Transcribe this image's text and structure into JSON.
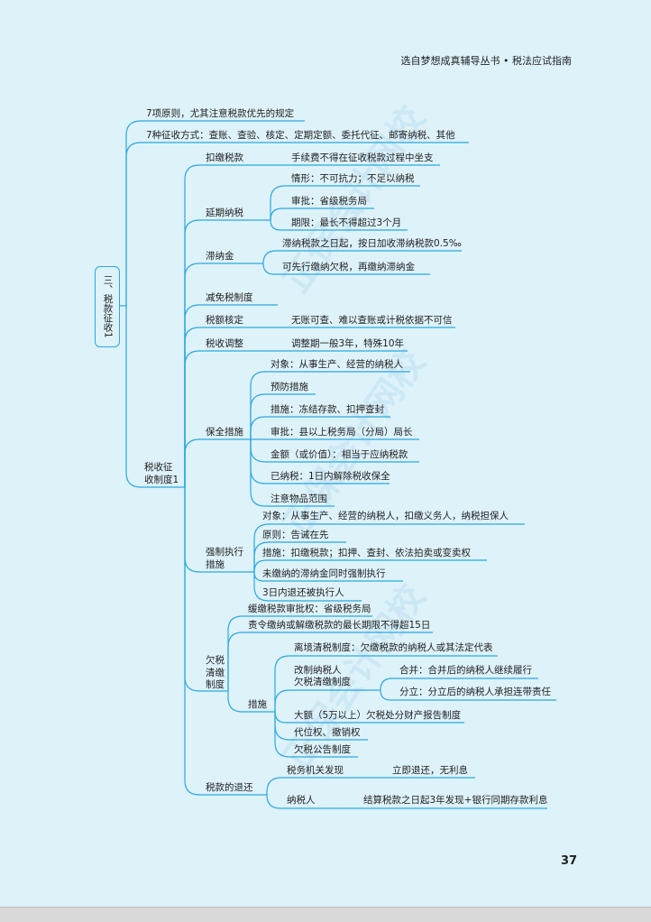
{
  "header": "选自梦想成真辅导丛书 • 税法应试指南",
  "page_number": "37",
  "root": "三、税款征收1",
  "n": {
    "a1": "7项原则，尤其注意税款优先的规定",
    "a2": "7种征收方式：查账、查验、核定、定期定额、委托代征、邮寄纳税、其他",
    "sys1": "税收征",
    "sys2": "收制度1",
    "kj": "扣缴税款",
    "kj1": "手续费不得在征收税款过程中坐支",
    "yq": "延期纳税",
    "yq1": "情形：不可抗力；不足以纳税",
    "yq2": "审批：省级税务局",
    "yq3": "期限：最长不得超过3个月",
    "zn": "滞纳金",
    "zn1": "滞纳税款之日起，按日加收滞纳税款0.5‰",
    "zn2": "可先行缴纳欠税，再缴纳滞纳金",
    "jm": "减免税制度",
    "he": "税额核定",
    "he1": "无账可查、难以查账或计税依据不可信",
    "tz": "税收调整",
    "tz1": "调整期一般3年，特殊10年",
    "bq": "保全措施",
    "bq1": "对象：从事生产、经营的纳税人",
    "bq2": "预防措施",
    "bq3": "措施：冻结存款、扣押查封",
    "bq4": "审批：县以上税务局（分局）局长",
    "bq5": "金额（或价值）：相当于应纳税款",
    "bq6": "已纳税：1日内解除税收保全",
    "bq7": "注意物品范围",
    "qz1l": "强制执行",
    "qz2l": "措施",
    "qz1": "对象：从事生产、经营的纳税人，扣缴义务人，纳税担保人",
    "qz2": "原则：告诫在先",
    "qz3": "措施：扣缴税款；扣押、查封、依法拍卖或变卖权",
    "qz4": "未缴纳的滞纳金同时强制执行",
    "qz5": "3日内退还被执行人",
    "qs_a": "欠税",
    "qs_b": "清缴",
    "qs_c": "制度",
    "qs1": "缓缴税款审批权：省级税务局",
    "qs2": "责令缴纳或解缴税款的最长期限不得超15日",
    "cs": "措施",
    "cs1": "离境清税制度：欠缴税款的纳税人或其法定代表",
    "cs2a": "改制纳税人",
    "cs2b": "欠税清缴制度",
    "hb": "合并：合并后的纳税人继续履行",
    "fl": "分立：分立后的纳税人承担连带责任",
    "cs3": "大额（5万以上）欠税处分财产报告制度",
    "cs4": "代位权、撤销权",
    "cs5": "欠税公告制度",
    "th": "税款的退还",
    "th1": "税务机关发现",
    "th1a": "立即退还，无利息",
    "th2": "纳税人",
    "th2a": "结算税款之日起3年发现+银行同期存款利息"
  },
  "colors": {
    "line": "#29a8e0",
    "background": "#def2fa"
  }
}
